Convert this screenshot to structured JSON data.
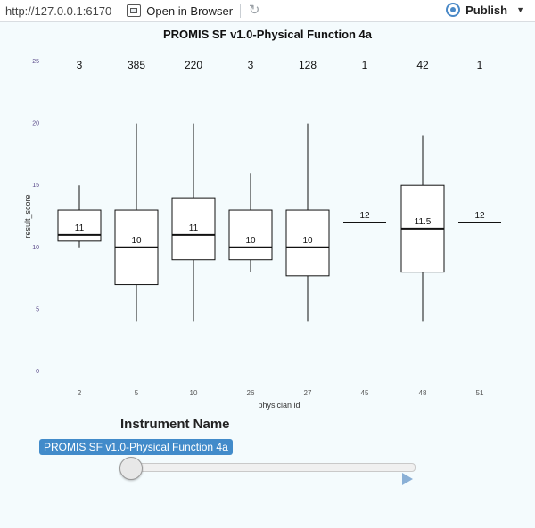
{
  "toolbar": {
    "url": "http://127.0.0.1:6170",
    "open_label": "Open in Browser",
    "publish_label": "Publish"
  },
  "controls": {
    "instrument_label": "Instrument Name",
    "selected_instrument": "PROMIS SF v1.0-Physical Function 4a"
  },
  "chart_data": {
    "type": "boxplot",
    "title": "PROMIS SF v1.0-Physical Function 4a",
    "xlabel": "physician id",
    "ylabel": "result_score",
    "ylim": [
      0,
      25
    ],
    "yticks": [
      0,
      5,
      10,
      15,
      20,
      25
    ],
    "categories": [
      "2",
      "5",
      "10",
      "26",
      "27",
      "45",
      "48",
      "51"
    ],
    "counts": [
      "3",
      "385",
      "220",
      "3",
      "128",
      "1",
      "42",
      "1"
    ],
    "boxes": [
      {
        "min": 10,
        "q1": 10.5,
        "median": 11,
        "q3": 13,
        "max": 15,
        "label": "11"
      },
      {
        "min": 4,
        "q1": 7,
        "median": 10,
        "q3": 13,
        "max": 20,
        "label": "10"
      },
      {
        "min": 4,
        "q1": 9,
        "median": 11,
        "q3": 14,
        "max": 20,
        "label": "11"
      },
      {
        "min": 8,
        "q1": 9,
        "median": 10,
        "q3": 13,
        "max": 16,
        "label": "10"
      },
      {
        "min": 4,
        "q1": 7.7,
        "median": 10,
        "q3": 13,
        "max": 20,
        "label": "10"
      },
      {
        "min": 12,
        "q1": 12,
        "median": 12,
        "q3": 12,
        "max": 12,
        "label": "12"
      },
      {
        "min": 4,
        "q1": 8,
        "median": 11.5,
        "q3": 15,
        "max": 19,
        "label": "11.5"
      },
      {
        "min": 12,
        "q1": 12,
        "median": 12,
        "q3": 12,
        "max": 12,
        "label": "12"
      }
    ]
  }
}
